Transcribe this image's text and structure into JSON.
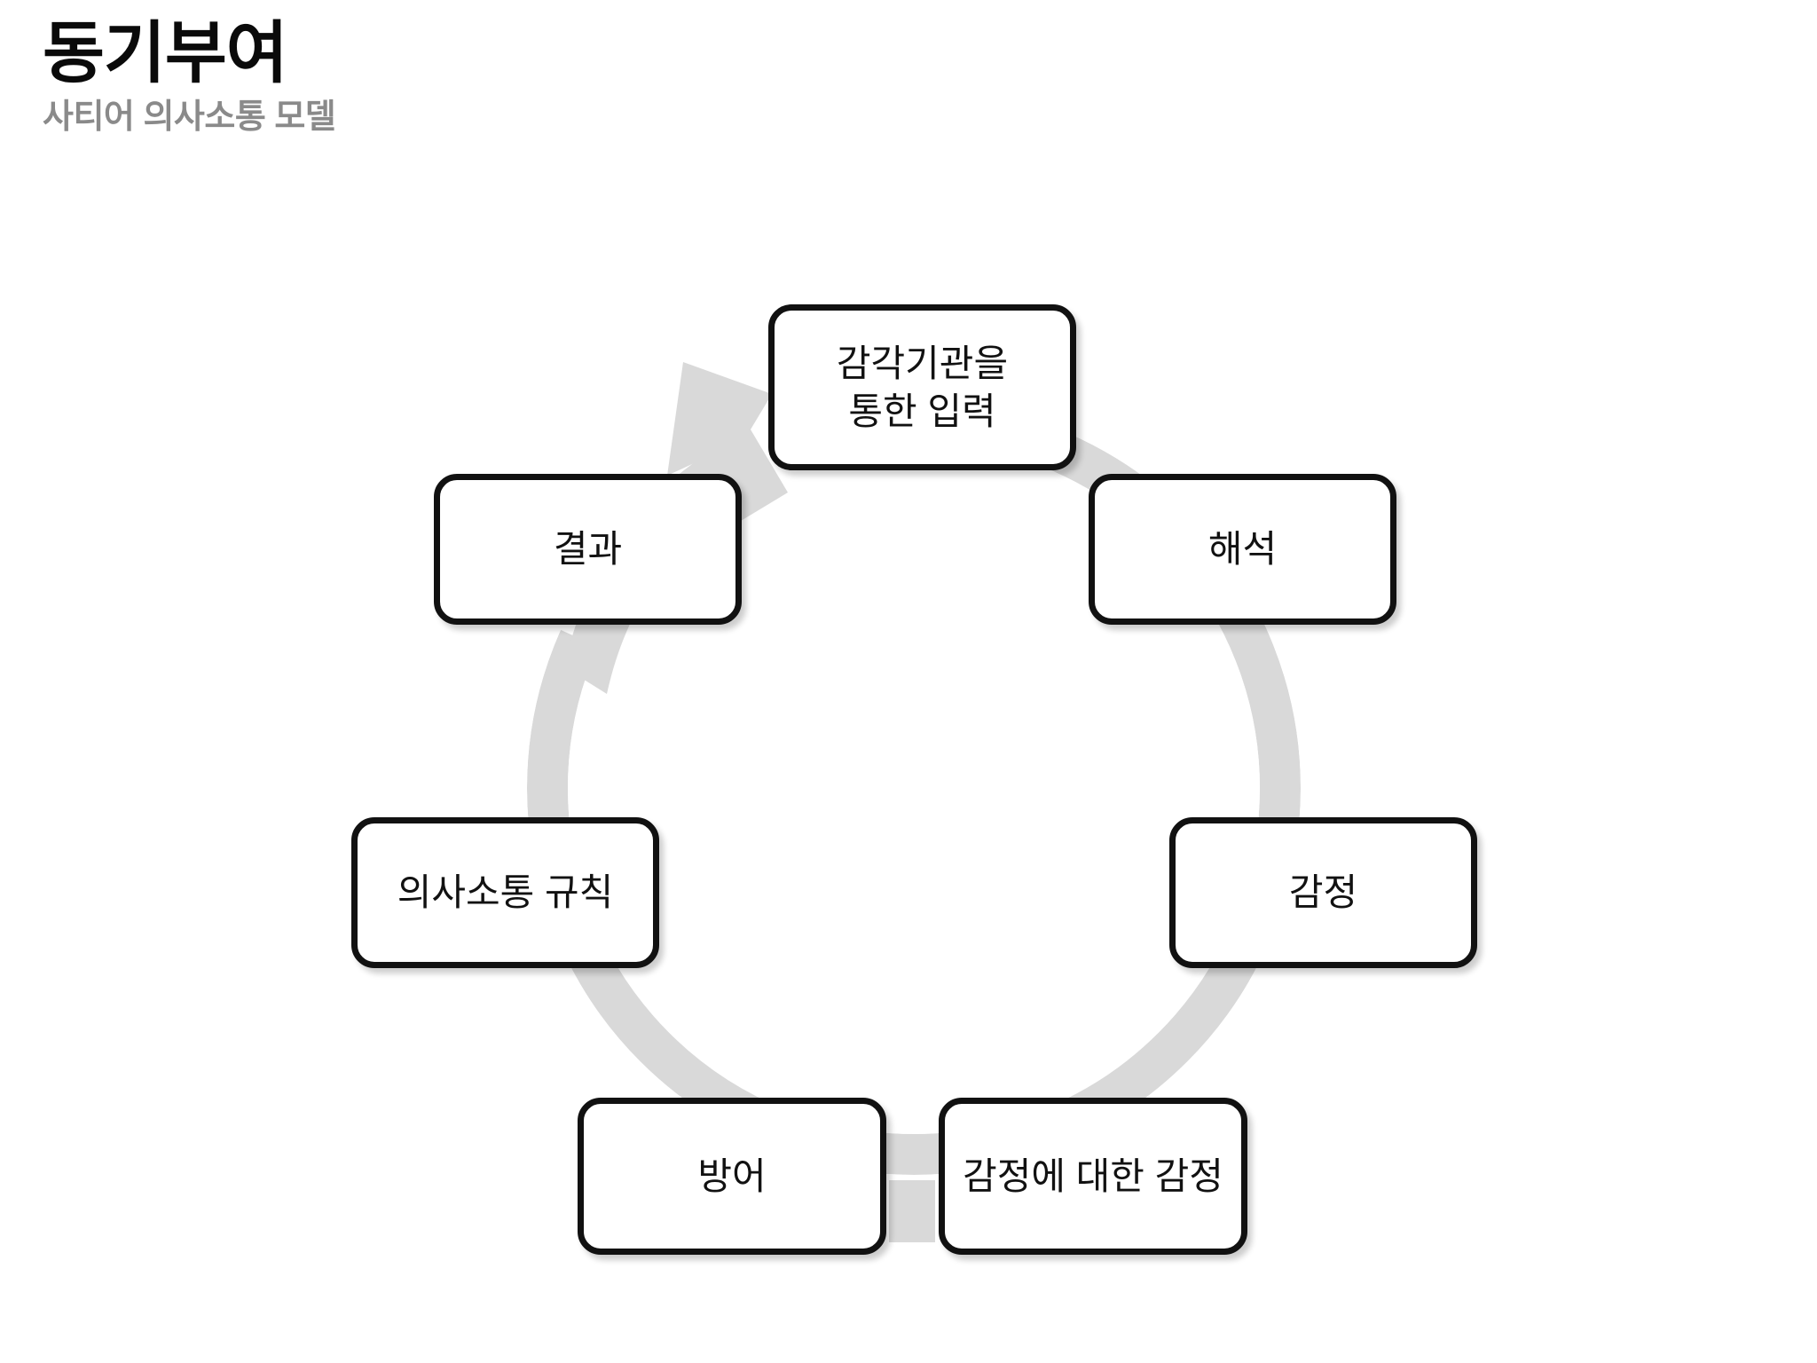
{
  "header": {
    "title": "동기부여",
    "subtitle": "사티어 의사소통 모델",
    "title_color": "#0a0a0a",
    "subtitle_color": "#8a8a8a"
  },
  "diagram": {
    "type": "cycle",
    "name": "satir-communication-model-cycle",
    "direction": "clockwise",
    "ring_color": "#d9d9d9",
    "node_border_color": "#111111",
    "node_fill_color": "#ffffff",
    "arrow_color": "#d9d9d9",
    "arrow_target": "감각기관을\n통한 입력",
    "node_count": 7,
    "nodes": [
      {
        "id": "input",
        "label": "감각기관을\n통한 입력",
        "position": "top",
        "order": 1
      },
      {
        "id": "interp",
        "label": "해석",
        "position": "upper-right",
        "order": 2
      },
      {
        "id": "feeling",
        "label": "감정",
        "position": "right",
        "order": 3
      },
      {
        "id": "meta",
        "label": "감정에 대한 감정",
        "position": "lower-right",
        "order": 4
      },
      {
        "id": "defense",
        "label": "방어",
        "position": "lower-left",
        "order": 5
      },
      {
        "id": "rules",
        "label": "의사소통 규칙",
        "position": "left",
        "order": 6
      },
      {
        "id": "result",
        "label": "결과",
        "position": "upper-left",
        "order": 7
      }
    ]
  }
}
